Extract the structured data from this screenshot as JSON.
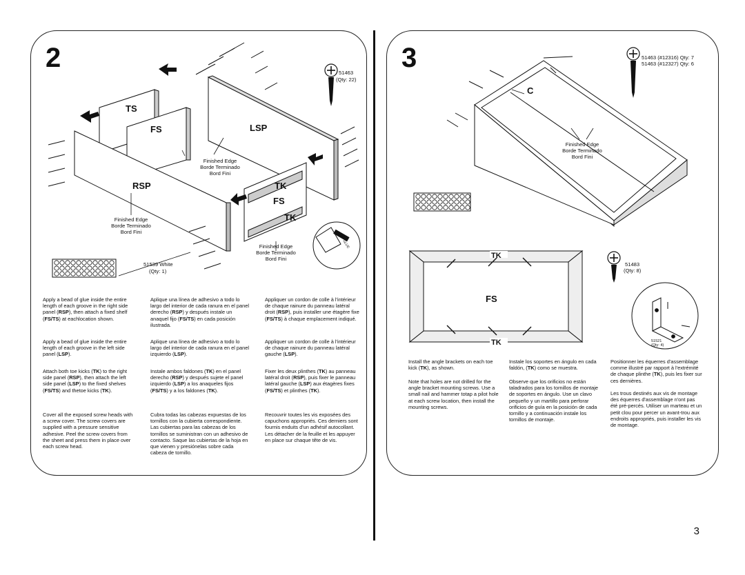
{
  "page_number": "3",
  "step2": {
    "number": "2",
    "labels": {
      "ts": "TS",
      "fs": "FS",
      "lsp": "LSP",
      "rsp": "RSP",
      "tk": "TK",
      "fs2": "FS",
      "tk2": "TK"
    },
    "screw_part": "51463",
    "screw_qty": "(Qty: 22)",
    "cover_part": "51539 White",
    "cover_qty": "(Qty: 1)",
    "finished_edge_lines": [
      "Finished Edge",
      "Borde Terminado",
      "Bord Fini"
    ],
    "glue_text": "GLUE",
    "instructions": {
      "en": [
        [
          "Apply a bead of glue inside the entire length of each groove in the right side panel (",
          "RSP",
          "), then attach a fixed shelf (",
          "FS/TS",
          ") at eachlocation shown."
        ],
        [
          "Apply a bead of glue inside the entire length of each groove in the left side panel (",
          "LSP",
          ")."
        ],
        [
          "Attach both toe kicks (",
          "TK",
          ") to the right side panel (",
          "RSP",
          "), then attach the left side panel (",
          "LSP",
          ") to the fixed shelves (",
          "FS/TS",
          ") and thetoe kicks (",
          "TK",
          ")."
        ],
        [
          "Cover all the exposed screw heads with a screw cover.  The screw covers are supplied with a pressure sensitive adhesive.  Peel the screw covers from the sheet and press them in place over each screw head."
        ]
      ],
      "es": [
        [
          "Aplique una línea de adhesivo a todo lo largo del interior de cada ranura en el panel derecho (",
          "RSP",
          ") y después instale un anaquel fijo (",
          "FS/TS",
          ") en cada posición ilustrada."
        ],
        [
          "Aplique una línea de adhesivo a todo lo largo del interior de cada ranura en el panel izquierdo (",
          "LSP",
          ")."
        ],
        [
          "Instale ambos faldones (",
          "TK",
          ") en el panel derecho (",
          "RSP",
          ") y después sujete el panel izquierdo (",
          "LSP",
          ") a los anaqueles fijos (",
          "FS/TS",
          ") y a los faldones (",
          "TK",
          ")."
        ],
        [
          "Cubra todas las cabezas expuestas de los tornillos con la cubierta correspondiente. Las cubiertas para las cabezas de los tornillos se suministran con un adhesivo de contacto. Saque las cubiertas de la hoja en que vienen y presiónelas sobre cada cabeza de tornillo."
        ]
      ],
      "fr": [
        [
          "Appliquer un cordon de colle à l'intérieur de chaque rainure du panneau latéral droit (",
          "RSP",
          "), puis installer une étagère fixe (",
          "FS/TS",
          ") à chaque emplacement indiqué."
        ],
        [
          "Appliquer un cordon de colle à l'intérieur de chaque rainure du panneau latéral gauche (",
          "LSP",
          ")."
        ],
        [
          "Fixer les deux plinthes (",
          "TK",
          ") au panneau latéral droit (",
          "RSP",
          "), puis fixer le panneau latéral gauche (",
          "LSP",
          ") aux étagères fixes (",
          "FS/TS",
          ") et plinthes (",
          "TK",
          ")."
        ],
        [
          "Recouvrir toutes les vis exposées des capuchons appropriés. Ces derniers sont fournis enduits d'un adhésif autocollant. Les détacher de la feuille et les appuyer en place sur chaque tête de vis."
        ]
      ]
    }
  },
  "step3": {
    "number": "3",
    "label_c": "C",
    "label_tk": "TK",
    "label_fs": "FS",
    "screw_line1": "51463 (#12316) Qty: 7",
    "screw_line2": "51463 (#12327) Qty: 6",
    "finished_edge_lines": [
      "Finished Edge",
      "Borde Terminado",
      "Bord Fini"
    ],
    "small_screw_part": "51483",
    "small_screw_qty": "(Qty: 8)",
    "bracket_part": "51521",
    "bracket_qty": "(Qty: 4)",
    "instructions": {
      "en": [
        [
          "Install the angle brackets on each toe kick (",
          "TK",
          "), as shown."
        ],
        [
          "Note that holes are not drilled for the angle bracket mounting screws. Use a small nail and hammer totap a pilot hole at each screw location, then install the mounting screws."
        ]
      ],
      "es": [
        [
          "Instale los soportes en ángulo en cada faldón, (",
          "TK",
          ") como se muestra."
        ],
        [
          "Observe que los orificios no están taladrados para los tornillos de montaje de soportes en ángulo. Use un clavo pequeño y un martillo para perforar orificios de guía en la posición de cada tornillo y a continuación instale los tornillos de montaje."
        ]
      ],
      "fr": [
        [
          "Positionner les équerres d'assemblage comme illustré par rapport à l'extrémité de chaque plinthe (",
          "TK",
          "), puis les fixer sur ces dernières."
        ],
        [
          "Les trous destinés aux vis de montage des équerres d'assemblage n'ont pas été pré-percés. Utiliser un marteau et un petit clou pour percer un avant-trou aux endroits appropriés, puis installer les vis de montage."
        ]
      ]
    }
  }
}
